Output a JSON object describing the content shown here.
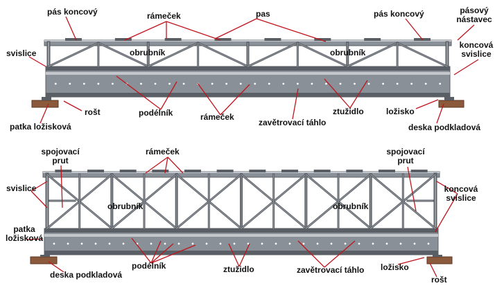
{
  "top_view": {
    "labels": {
      "pas_koncovy_left": "pás koncový",
      "ramecek": "rámeček",
      "pas": "pas",
      "pas_koncovy_right": "pás koncový",
      "pasovy": "pásový",
      "nastavec": "nástavec",
      "svislice": "svislice",
      "obrubnik_left": "obrubník",
      "obrubnik_right": "obrubník",
      "koncova": "koncová",
      "koncova_svislice": "svislice",
      "rost": "rošt",
      "patka_loziskova": "patka ložisková",
      "podelnik": "podélník",
      "ramecek_bottom": "rámeček",
      "zavetrovaci_tahlo": "zavětrovací táhlo",
      "ztuzidlo": "ztužidlo",
      "lozisko": "ložisko",
      "deska_podkladova": "deska podkladová"
    }
  },
  "bottom_view": {
    "labels": {
      "spojovaci_left_1": "spojovací",
      "spojovaci_left_2": "prut",
      "ramecek": "rámeček",
      "spojovaci_right_1": "spojovací",
      "spojovaci_right_2": "prut",
      "svislice": "svislice",
      "obrubnik_left": "obrubník",
      "obrubnik_right": "obrubník",
      "koncova": "koncová",
      "koncova_svislice": "svislice",
      "patka_1": "patka",
      "patka_2": "ložisková",
      "deska_podkladova": "deska podkladová",
      "podelnik": "podélník",
      "ztuzidlo": "ztužidlo",
      "zavetrovaci_tahlo": "zavětrovací táhlo",
      "lozisko": "ložisko",
      "rost": "rošt"
    }
  },
  "colors": {
    "steel_dark": "#5a5f66",
    "steel_mid": "#8a9097",
    "steel_light": "#c4c8cc",
    "pad": "#8b5a3c",
    "leader": "#c0141c",
    "text": "#111111"
  }
}
